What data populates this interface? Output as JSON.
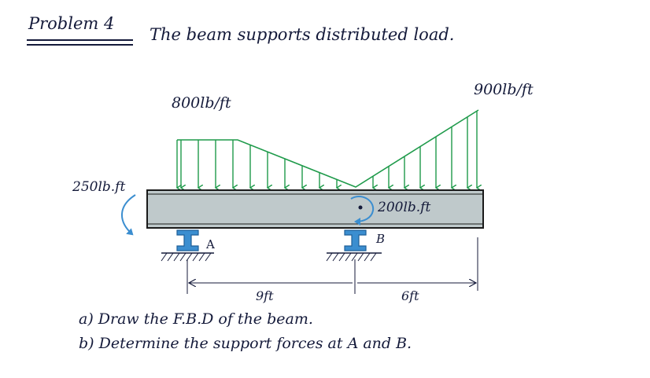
{
  "header": {
    "problem_label": "Problem 4",
    "statement": "The beam supports distributed load."
  },
  "loads": {
    "left_intensity": "800lb/ft",
    "right_intensity": "900lb/ft",
    "moment_left": "250lb.ft",
    "moment_mid": "200lb.ft"
  },
  "supports": {
    "a": "A",
    "b": "B"
  },
  "dimensions": {
    "span_ab": "9ft",
    "span_bend": "6ft"
  },
  "questions": {
    "a": "a) Draw the F.B.D of the beam.",
    "b": "b) Determine the support forces at A and B."
  },
  "colors": {
    "ink": "#141a3a",
    "load_green": "#1e9a4a",
    "support_blue": "#3b8ed0",
    "beam_fill": "#bfc9cb",
    "beam_outline": "#1a1a1a"
  }
}
